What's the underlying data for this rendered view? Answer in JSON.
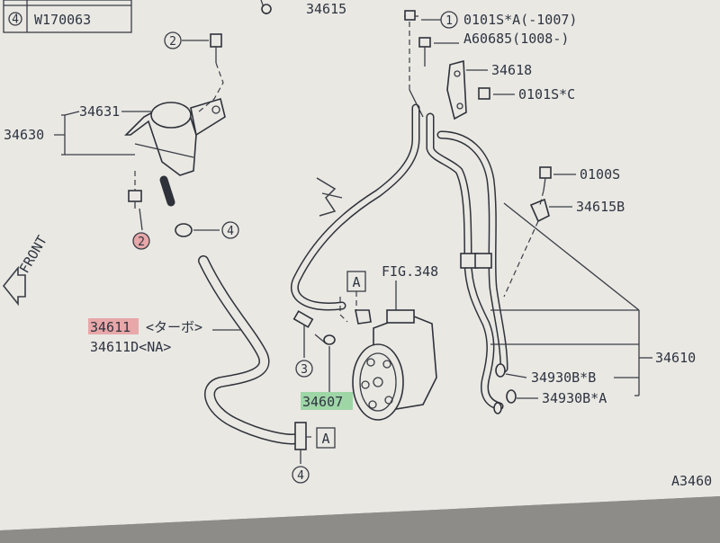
{
  "table": {
    "row_num": "4",
    "row_code": "W170063"
  },
  "labels": {
    "top_center": "34615",
    "ref1_line1": "0101S*A(-1007)",
    "ref1_line2": "A60685(1008-)",
    "p34618": "34618",
    "p0101sc": "0101S*C",
    "p0100s": "0100S",
    "p34615b": "34615B",
    "p34631": "34631",
    "p34630": "34630",
    "front": "FRONT",
    "p34611": "34611",
    "p34611_note": "<ターボ>",
    "p34611d": "34611D<NA>",
    "fig": "FIG.348",
    "box_a": "A",
    "p34607": "34607",
    "p34610": "34610",
    "p34930bb": "34930B*B",
    "p34930ba": "34930B*A",
    "corner": "A3460"
  },
  "callouts": [
    "1",
    "2",
    "2",
    "3",
    "4",
    "4"
  ],
  "colors": {
    "paper": "#e9e8e3",
    "ink": "#2e3440",
    "highlight_red": "#e8a7a9",
    "highlight_green": "#9fd6a6",
    "backdrop": "#8e8c89"
  }
}
